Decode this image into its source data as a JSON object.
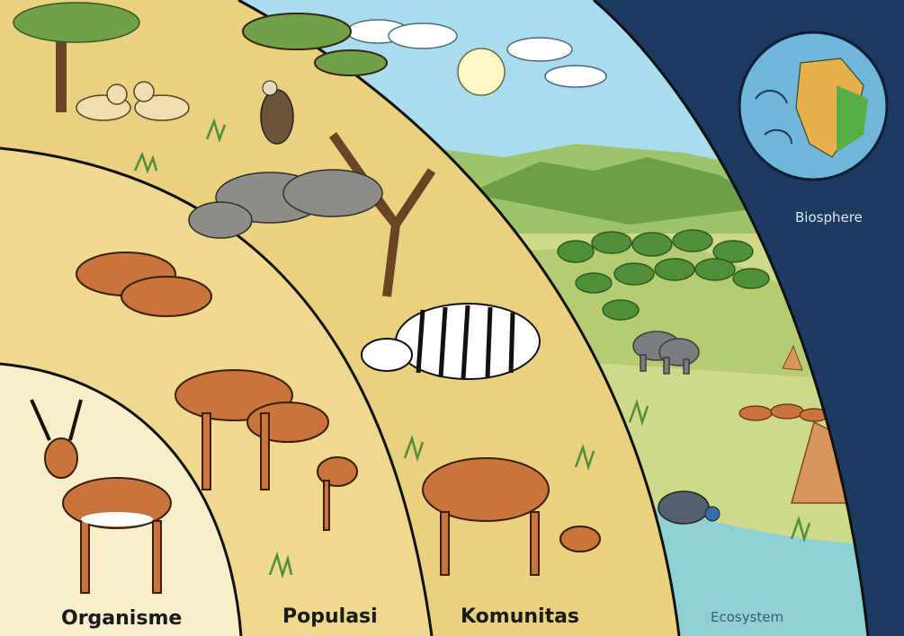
{
  "levels": {
    "organism": "Organisme",
    "population": "Populasi",
    "community": "Komunitas",
    "ecosystem": "Ecosystem",
    "biosphere": "Biosphere"
  },
  "colors": {
    "biosphere_bg": "#1d3a63",
    "ecosystem_sky": "#a9dcec",
    "community_bg": "#e9d17f",
    "population_bg": "#efd98e",
    "organism_bg": "#f7eecb",
    "antelope": "#c8743a",
    "grass": "#7bb348",
    "water": "#8fd0d2"
  },
  "icons": [
    "earth-globe-icon",
    "sun-icon",
    "cloud-icon",
    "tree-icon",
    "antelope-icon",
    "zebra-icon",
    "wildebeest-icon",
    "elephant-icon",
    "vulture-icon",
    "lion-cub-icon",
    "guineafowl-icon",
    "termite-mound-icon"
  ]
}
